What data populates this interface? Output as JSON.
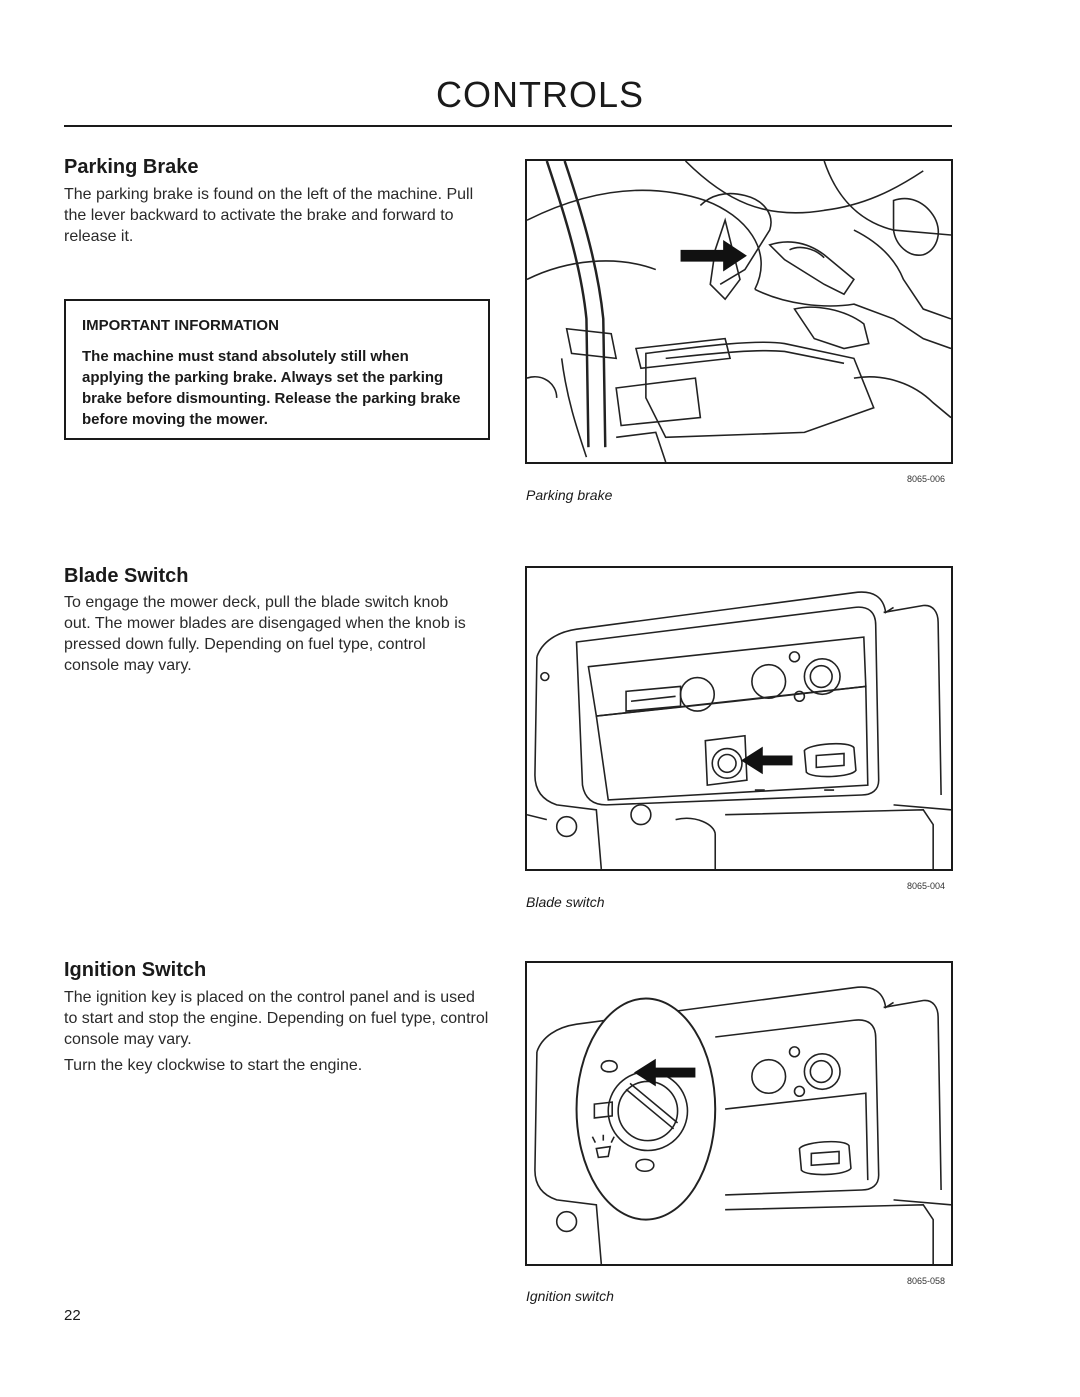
{
  "header": {
    "title": "CONTROLS"
  },
  "sections": {
    "parking_brake": {
      "heading": "Parking Brake",
      "body": "The parking brake is found on the left of the machine. Pull the lever backward to activate the brake and forward to release it.",
      "important": {
        "heading": "IMPORTANT INFORMATION",
        "text": "The machine must stand absolutely still when applying the parking brake. Always set the parking brake before dismounting. Release the parking brake before moving the mower."
      },
      "figure": {
        "code": "8065-006",
        "caption": "Parking brake"
      }
    },
    "blade_switch": {
      "heading": "Blade Switch",
      "body": "To engage the mower deck, pull the blade switch knob out. The mower blades are disengaged when the knob is pressed down fully. Depending on fuel type, control console may vary.",
      "figure": {
        "code": "8065-004",
        "caption": "Blade switch"
      }
    },
    "ignition_switch": {
      "heading": "Ignition Switch",
      "body": "The ignition key is placed on the control panel and is used to start and stop the engine. Depending on fuel type, control console may vary.",
      "body2": "Turn the key clockwise to start the engine.",
      "figure": {
        "code": "8065-058",
        "caption": "Ignition switch"
      }
    }
  },
  "footer": {
    "page_number": "22"
  }
}
